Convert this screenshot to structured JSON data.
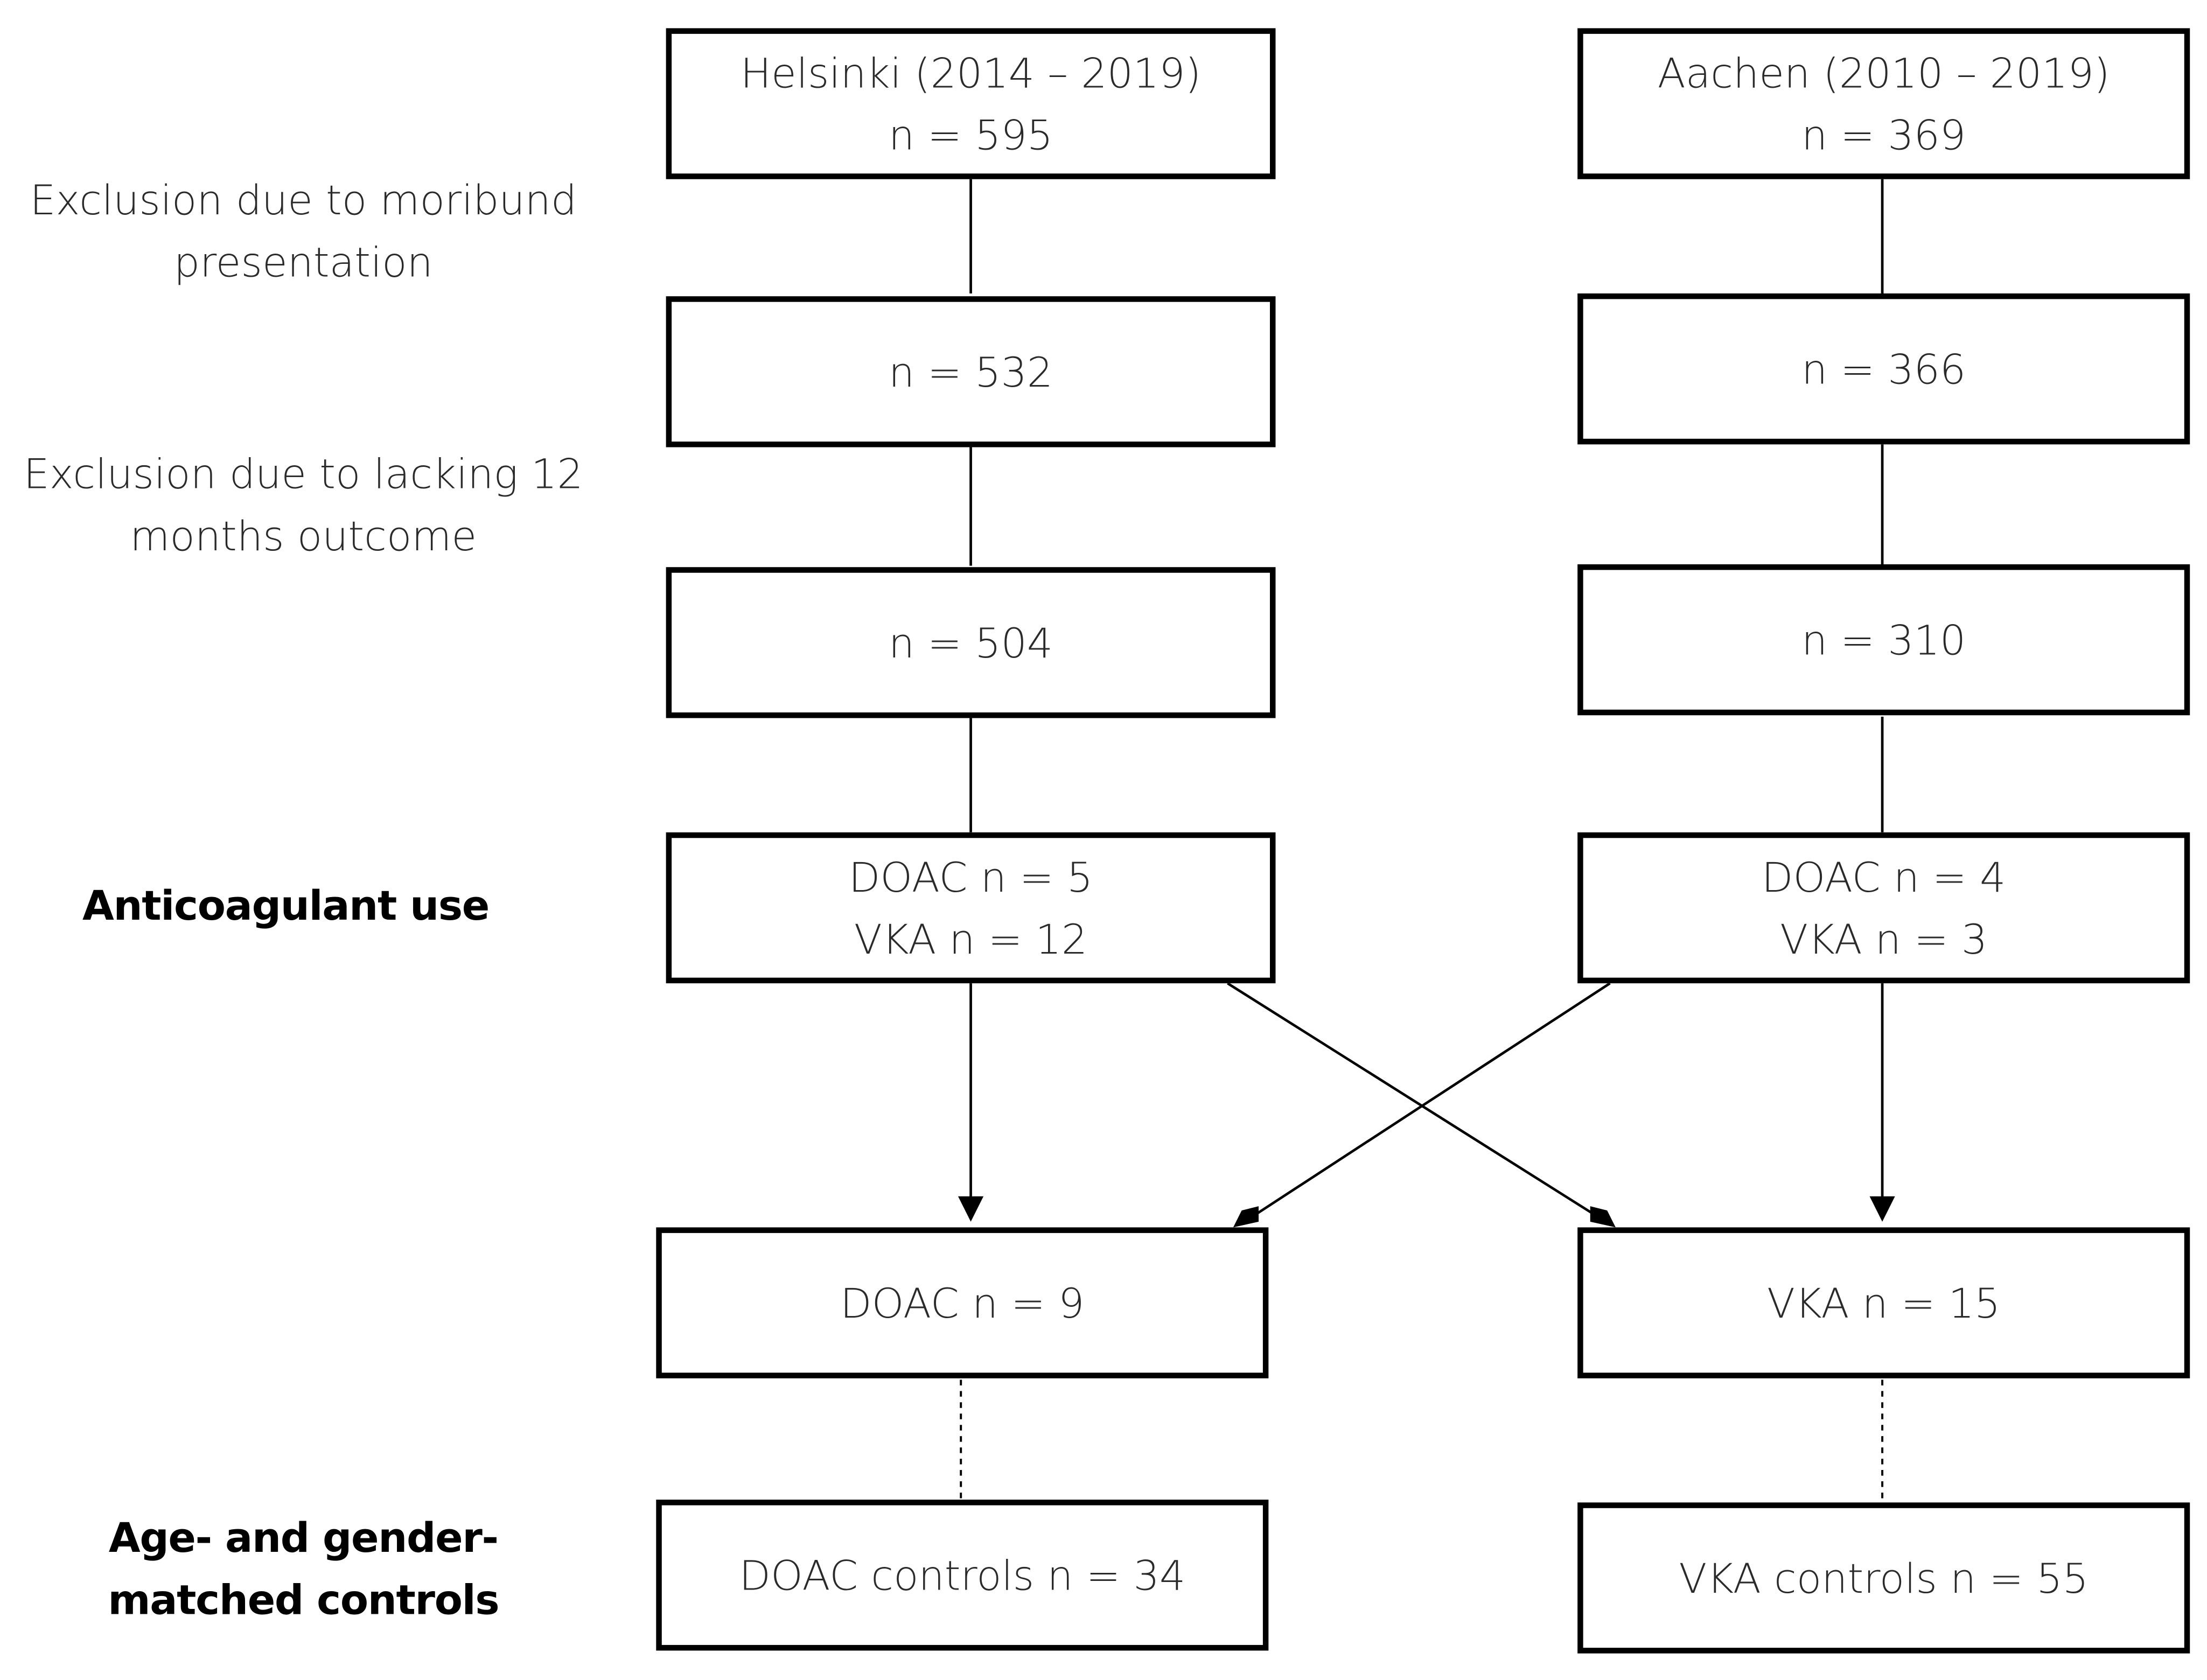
{
  "left_column": {
    "start": {
      "line1": "Helsinki (2014 – 2019)",
      "line2": "n = 595"
    },
    "after_moribund": "n = 532",
    "after_outcome": "n = 504",
    "anticoagulant": {
      "line1": "DOAC n = 5",
      "line2": "VKA n = 12"
    }
  },
  "right_column": {
    "start": {
      "line1": "Aachen (2010 – 2019)",
      "line2": "n = 369"
    },
    "after_moribund": "n = 366",
    "after_outcome": "n = 310",
    "anticoagulant": {
      "line1": "DOAC n = 4",
      "line2": "VKA n = 3"
    }
  },
  "groups": {
    "doac": "DOAC n = 9",
    "vka": "VKA n = 15"
  },
  "controls": {
    "doac": "DOAC controls n = 34",
    "vka": "VKA controls n = 55"
  },
  "side_labels": {
    "moribund": {
      "line1": "Exclusion due to moribund",
      "line2": "presentation"
    },
    "lacking_outcome": {
      "line1": "Exclusion due to lacking 12",
      "line2": "months outcome"
    },
    "anticoagulant_use": "Anticoagulant use",
    "matched_controls": {
      "line1": "Age- and gender-",
      "line2": "matched controls"
    }
  },
  "colors": {
    "line": "#000000",
    "text": "#2a2a2a"
  }
}
